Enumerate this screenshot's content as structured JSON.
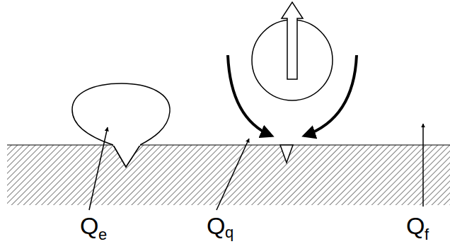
{
  "diagram": {
    "labels": [
      "Q",
      "e",
      "Q",
      "q",
      "Q",
      "f"
    ]
  }
}
